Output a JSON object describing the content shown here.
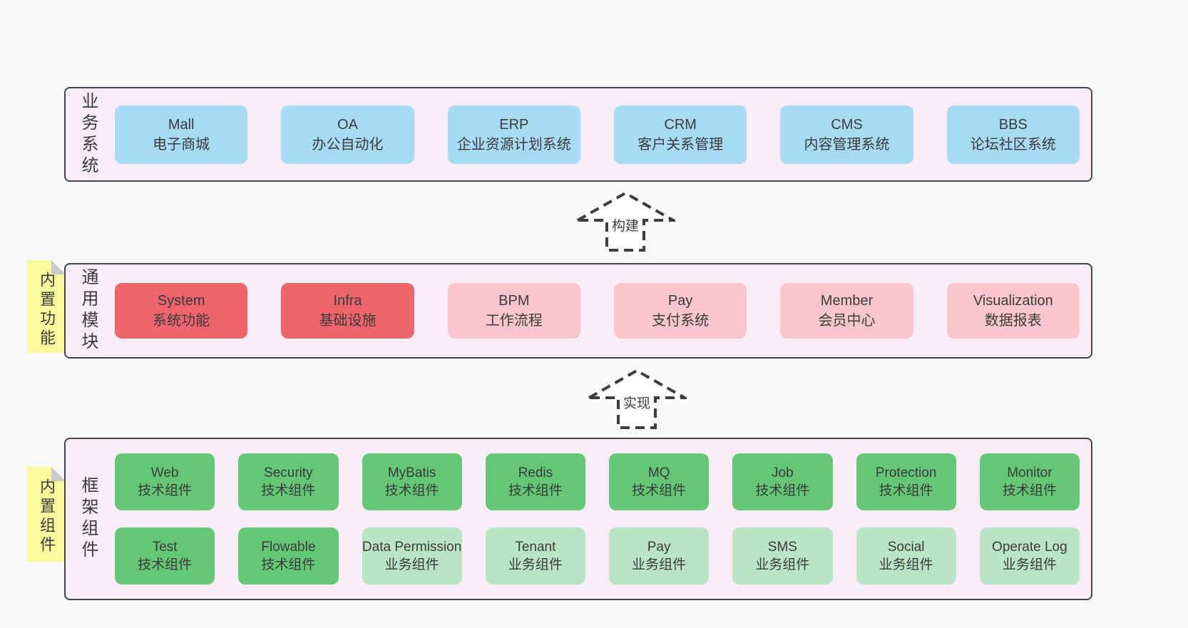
{
  "diagram": {
    "arrows": [
      {
        "label": "构建"
      },
      {
        "label": "实现"
      }
    ],
    "sections": [
      {
        "label": "业务系统",
        "boxes": [
          {
            "title": "Mall",
            "subtitle": "电子商城"
          },
          {
            "title": "OA",
            "subtitle": "办公自动化"
          },
          {
            "title": "ERP",
            "subtitle": "企业资源计划系统"
          },
          {
            "title": "CRM",
            "subtitle": "客户关系管理"
          },
          {
            "title": "CMS",
            "subtitle": "内容管理系统"
          },
          {
            "title": "BBS",
            "subtitle": "论坛社区系统"
          }
        ]
      },
      {
        "label": "通用模块",
        "note": "内置功能",
        "boxes": [
          {
            "title": "System",
            "subtitle": "系统功能"
          },
          {
            "title": "Infra",
            "subtitle": "基础设施"
          },
          {
            "title": "BPM",
            "subtitle": "工作流程"
          },
          {
            "title": "Pay",
            "subtitle": "支付系统"
          },
          {
            "title": "Member",
            "subtitle": "会员中心"
          },
          {
            "title": "Visualization",
            "subtitle": "数据报表"
          }
        ]
      },
      {
        "label": "框架组件",
        "note": "内置组件",
        "rows": [
          [
            {
              "title": "Web",
              "subtitle": "技术组件"
            },
            {
              "title": "Security",
              "subtitle": "技术组件"
            },
            {
              "title": "MyBatis",
              "subtitle": "技术组件"
            },
            {
              "title": "Redis",
              "subtitle": "技术组件"
            },
            {
              "title": "MQ",
              "subtitle": "技术组件"
            },
            {
              "title": "Job",
              "subtitle": "技术组件"
            },
            {
              "title": "Protection",
              "subtitle": "技术组件"
            },
            {
              "title": "Monitor",
              "subtitle": "技术组件"
            }
          ],
          [
            {
              "title": "Test",
              "subtitle": "技术组件"
            },
            {
              "title": "Flowable",
              "subtitle": "技术组件"
            },
            {
              "title": "Data Permission",
              "subtitle": "业务组件"
            },
            {
              "title": "Tenant",
              "subtitle": "业务组件"
            },
            {
              "title": "Pay",
              "subtitle": "业务组件"
            },
            {
              "title": "SMS",
              "subtitle": "业务组件"
            },
            {
              "title": "Social",
              "subtitle": "业务组件"
            },
            {
              "title": "Operate Log",
              "subtitle": "业务组件"
            }
          ]
        ]
      }
    ]
  },
  "colors": {
    "page_background": "#f8f8f8",
    "panel_background": "#f8edf6",
    "panel_border": "#454545",
    "business_box": "#a7dbf4",
    "core_module_box": "#f0646c",
    "optional_module_box": "#f9c6d0",
    "tech_component_box": "#63c776",
    "biz_component_box": "#bae5c5",
    "sticky_note": "#fafa9d",
    "text": "#3b3b3b"
  }
}
